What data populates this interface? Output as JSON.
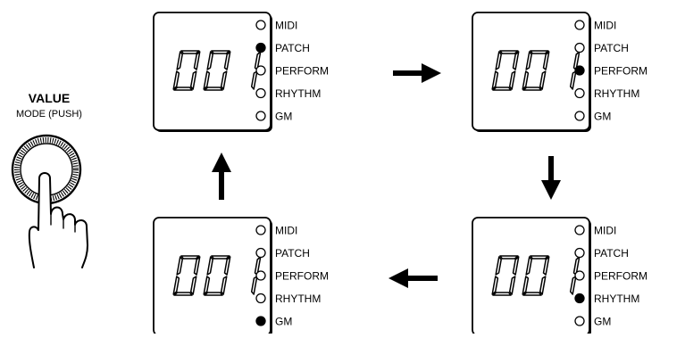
{
  "knob": {
    "title": "VALUE",
    "subtitle": "MODE (PUSH)"
  },
  "display_text": "001",
  "mode_labels": [
    "MIDI",
    "PATCH",
    "PERFORM",
    "RHYTHM",
    "GM"
  ],
  "panels": [
    {
      "id": "top-left",
      "active_index": 1
    },
    {
      "id": "top-right",
      "active_index": 2
    },
    {
      "id": "bottom-right",
      "active_index": 3
    },
    {
      "id": "bottom-left",
      "active_index": 4
    }
  ],
  "arrows": [
    "right",
    "down",
    "left",
    "up"
  ],
  "colors": {
    "ink": "#000000",
    "background": "#ffffff"
  }
}
